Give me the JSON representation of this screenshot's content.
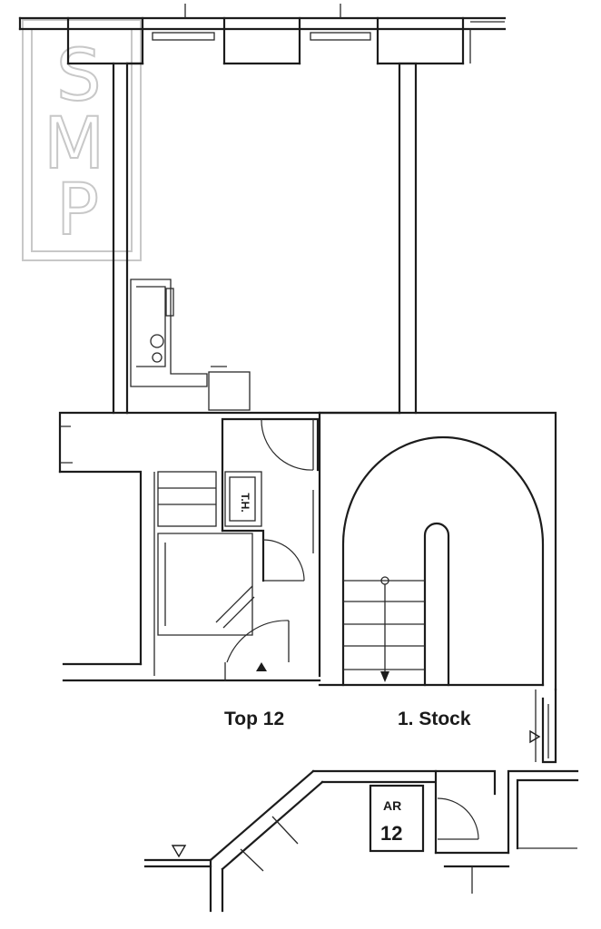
{
  "labels": {
    "unit": "Top 12",
    "floor": "1. Stock",
    "toilet": "T.H.",
    "storage_prefix": "AR",
    "storage_number": "12"
  },
  "watermark": {
    "letters": [
      "S",
      "M",
      "P"
    ]
  },
  "colors": {
    "line": "#1c1c1c",
    "watermark": "#c8c8c8",
    "background": "#ffffff"
  }
}
